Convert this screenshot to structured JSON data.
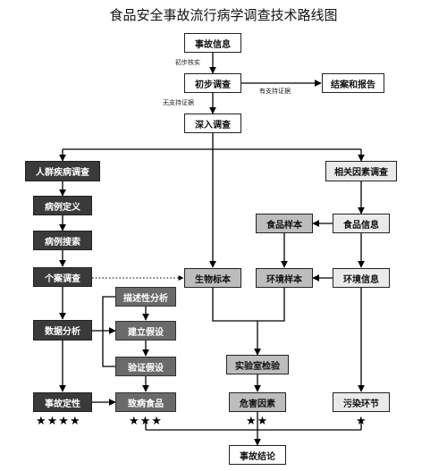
{
  "title": "食品安全事故流行病学调查技术路线图",
  "nodes": {
    "accident_info": "事故信息",
    "prelim_investigation": "初步调查",
    "close_report": "结案和报告",
    "deep_investigation": "深入调查",
    "population_disease": "人群疾病调查",
    "case_definition": "病例定义",
    "case_search": "病例搜索",
    "case_investigation": "个案调查",
    "data_analysis": "数据分析",
    "descriptive_analysis": "描述性分析",
    "establish_hypothesis": "建立假设",
    "verify_hypothesis": "验证假设",
    "accident_nature": "事故定性",
    "causal_food": "致病食品",
    "bio_specimen": "生物标本",
    "food_sample": "食品样本",
    "env_sample": "环境样本",
    "lab_test": "实验室检验",
    "hazard_factor": "危害因素",
    "related_factors": "相关因素调查",
    "food_info": "食品信息",
    "env_info": "环境信息",
    "pollution_link": "污染环节",
    "accident_conclusion": "事故结论"
  },
  "edge_labels": {
    "preliminary_verification": "初步核实",
    "with_evidence": "有支持证据",
    "without_evidence": "无支持证据"
  },
  "stars": {
    "accident_nature": "★★★★",
    "causal_food": "★★★",
    "hazard_factor": "★★",
    "pollution_link": "★"
  }
}
